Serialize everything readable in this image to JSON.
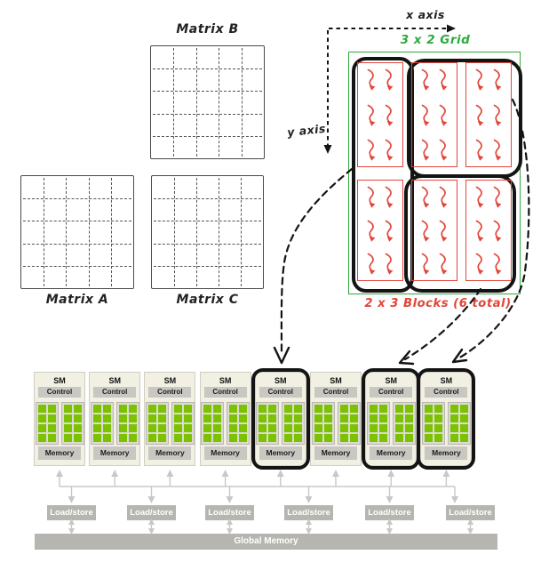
{
  "labels": {
    "matrix_a": "Matrix A",
    "matrix_b": "Matrix B",
    "matrix_c": "Matrix C",
    "x_axis": "x axis",
    "y_axis": "y axis",
    "grid_title": "3 x 2 Grid",
    "blocks_caption": "2 x 3 Blocks (6 total)"
  },
  "matrix": {
    "rows": 5,
    "cols": 5
  },
  "grid": {
    "cols": 3,
    "rows": 2,
    "blocks_total": 6,
    "threads_per_block": {
      "cols": 2,
      "rows": 3
    },
    "highlighted_outlines": 3
  },
  "sm": {
    "count": 8,
    "label": "SM",
    "control_label": "Control",
    "memory_label": "Memory",
    "highlighted_units": [
      5,
      7,
      8
    ],
    "core_panels_per_sm": 2,
    "cores_per_panel": {
      "cols": 2,
      "rows": 4
    }
  },
  "memory": {
    "load_store_label": "Load/store",
    "load_store_count": 6,
    "global_label": "Global Memory"
  },
  "colors": {
    "grid_green": "#2faa3c",
    "block_red": "#e0463a",
    "core_green": "#7cc200",
    "sm_bg": "#f2efe3",
    "sm_border": "#d0cdc2",
    "bar_gray": "#c8c7c2",
    "panel_gray": "#dcdbd3",
    "panel_border": "#b9b8b0",
    "mem_gray": "#b6b5af",
    "arrow_gray": "#c9c8c3",
    "ink": "#141414"
  }
}
